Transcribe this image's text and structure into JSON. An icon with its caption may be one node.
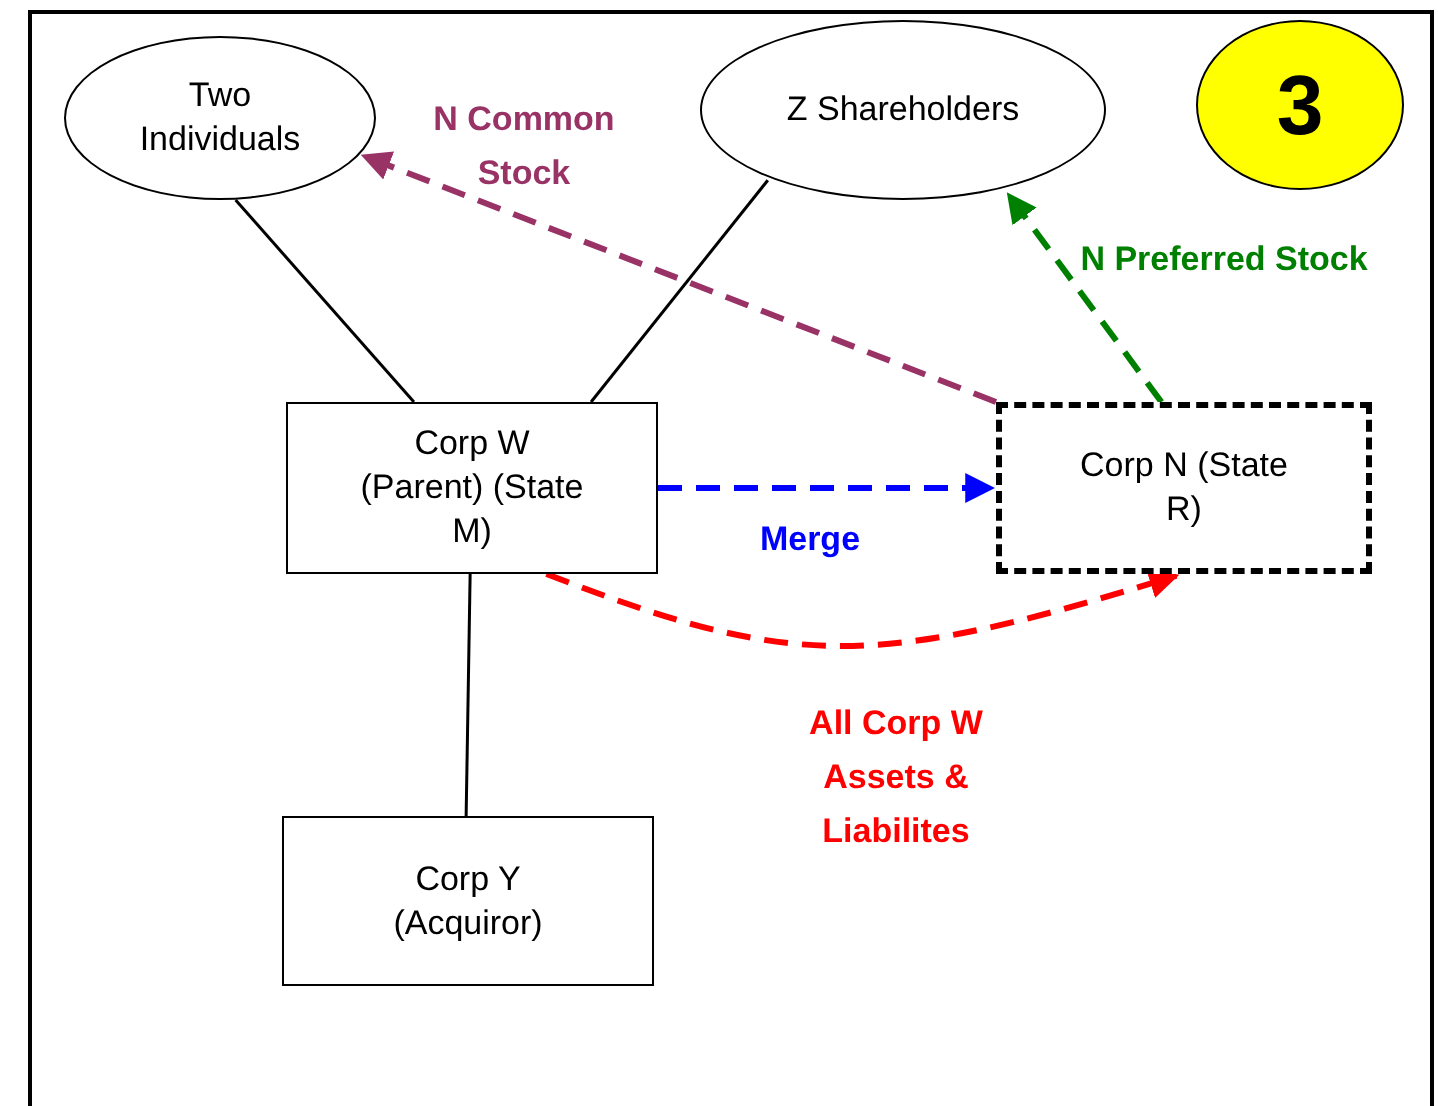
{
  "diagram": {
    "nodes": [
      {
        "text": [
          "Two Individuals"
        ]
      },
      {
        "text": [
          "Z Shareholders"
        ]
      },
      {
        "text": [
          "3"
        ]
      },
      {
        "text": [
          "Corp W (Parent) (State M)"
        ]
      },
      {
        "text": [
          "Corp N (State R)"
        ]
      },
      {
        "text": [
          "Corp Y (Acquiror)"
        ]
      }
    ],
    "edges": [
      {
        "from": 0,
        "to": 3,
        "arrow": "none"
      },
      {
        "from": 1,
        "to": 3,
        "arrow": "none"
      },
      {
        "from": 3,
        "to": 5,
        "arrow": "none"
      },
      {
        "from": 3,
        "to": 4,
        "arrow": "to",
        "label": "Merge",
        "style": "dashed",
        "color": "#0000ff"
      },
      {
        "from": 4,
        "to": 0,
        "arrow": "to",
        "label": "N Common Stock",
        "style": "dashed",
        "color": "#993366"
      },
      {
        "from": 4,
        "to": 1,
        "arrow": "to",
        "label": "N Preferred Stock",
        "style": "dashed",
        "color": "#008000"
      },
      {
        "from": 3,
        "to": 4,
        "arrow": "to",
        "label": "All Corp W Assets & Liabilites",
        "style": "dashed",
        "color": "#ff0000"
      }
    ]
  }
}
